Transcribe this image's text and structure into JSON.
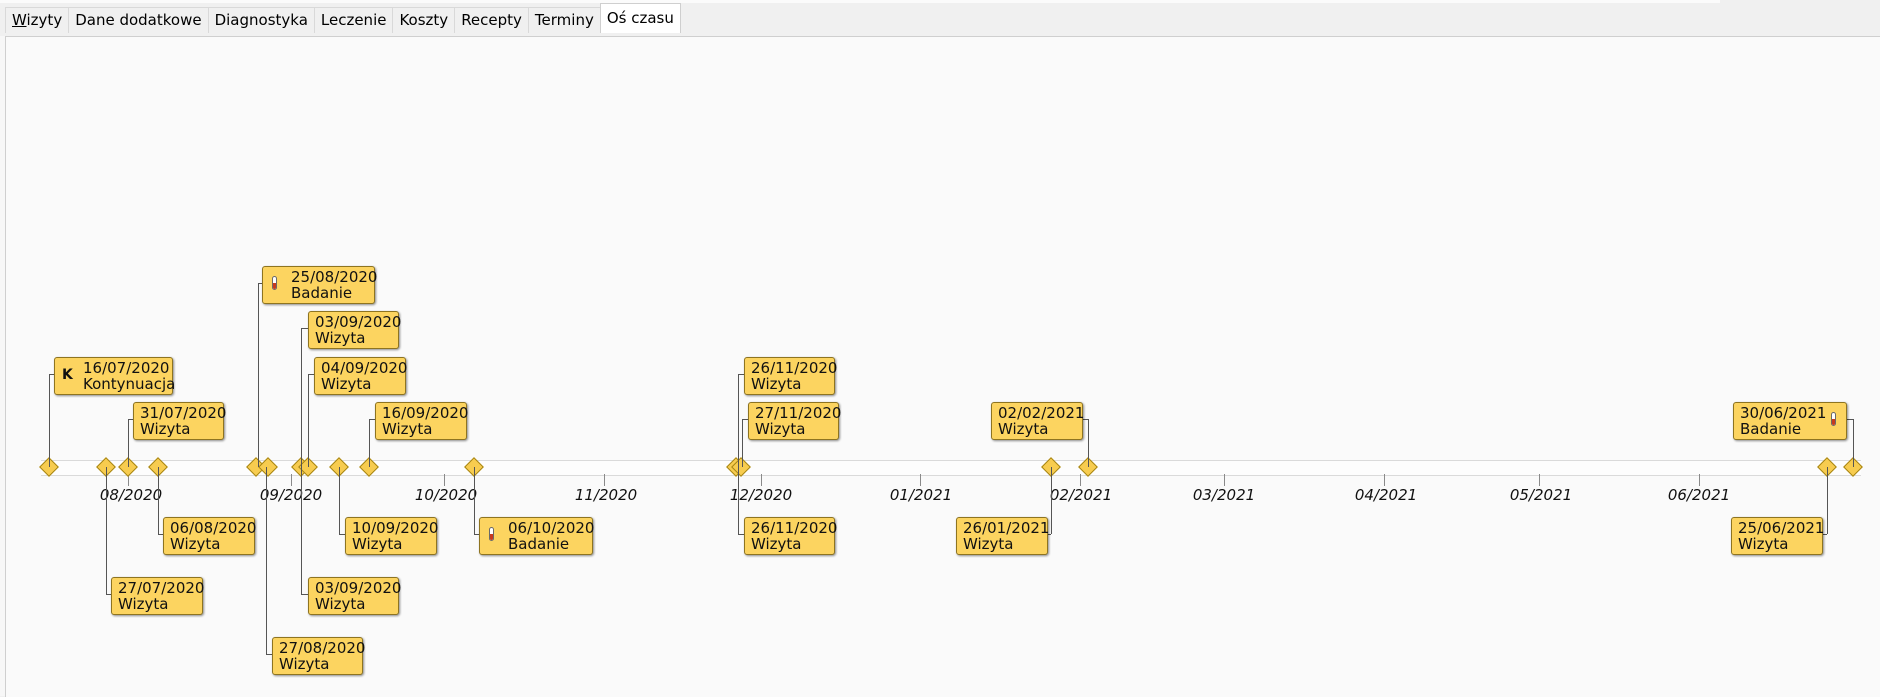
{
  "tabs": [
    "Wizyty",
    "Dane dodatkowe",
    "Diagnostyka",
    "Leczenie",
    "Koszty",
    "Recepty",
    "Terminy",
    "Oś czasu"
  ],
  "active_tab": "Oś czasu",
  "timeline": {
    "months": [
      "08/2020",
      "09/2020",
      "10/2020",
      "11/2020",
      "12/2020",
      "01/2021",
      "02/2021",
      "03/2021",
      "04/2021",
      "05/2021",
      "06/2021"
    ],
    "events": [
      {
        "date": "16/07/2020",
        "label": "Kontynuacja",
        "icon": "letter-k-icon",
        "icon_text": "K"
      },
      {
        "date": "31/07/2020",
        "label": "Wizyta"
      },
      {
        "date": "27/07/2020",
        "label": "Wizyta"
      },
      {
        "date": "06/08/2020",
        "label": "Wizyta"
      },
      {
        "date": "25/08/2020",
        "label": "Badanie",
        "icon": "thermometer-icon"
      },
      {
        "date": "03/09/2020",
        "label": "Wizyta"
      },
      {
        "date": "04/09/2020",
        "label": "Wizyta"
      },
      {
        "date": "16/09/2020",
        "label": "Wizyta"
      },
      {
        "date": "10/09/2020",
        "label": "Wizyta"
      },
      {
        "date": "03/09/2020",
        "label": "Wizyta"
      },
      {
        "date": "27/08/2020",
        "label": "Wizyta"
      },
      {
        "date": "06/10/2020",
        "label": "Badanie",
        "icon": "thermometer-icon"
      },
      {
        "date": "26/11/2020",
        "label": "Wizyta"
      },
      {
        "date": "27/11/2020",
        "label": "Wizyta"
      },
      {
        "date": "26/11/2020",
        "label": "Wizyta"
      },
      {
        "date": "02/02/2021",
        "label": "Wizyta"
      },
      {
        "date": "26/01/2021",
        "label": "Wizyta"
      },
      {
        "date": "30/06/2021",
        "label": "Badanie",
        "icon": "thermometer-icon"
      },
      {
        "date": "25/06/2021",
        "label": "Wizyta"
      }
    ]
  }
}
